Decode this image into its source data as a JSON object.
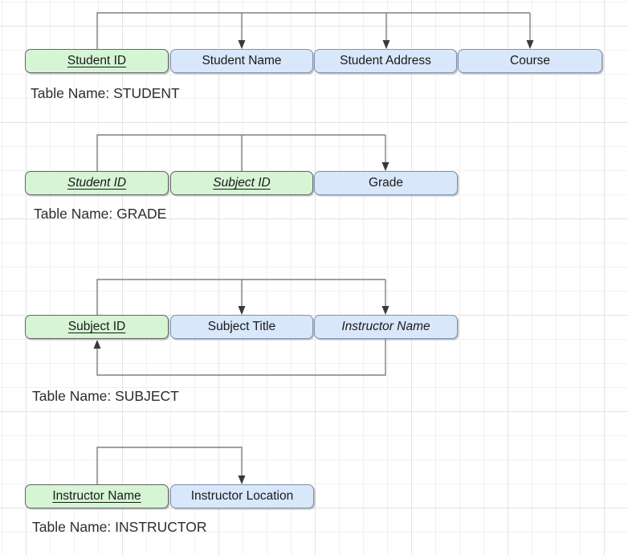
{
  "colors": {
    "key_fill": "#d5f5d5",
    "key_border": "#666666",
    "attribute_fill": "#d9e7fb",
    "attribute_border": "#8091ae",
    "connector_line": "#808080",
    "arrowhead": "#343a42",
    "text": "#1a1a1a",
    "background": "#ffffff",
    "grid_minor": "#f1f1f1",
    "grid_major": "#e3e3e3"
  },
  "tables": [
    {
      "caption": "Table Name: STUDENT",
      "fields": [
        {
          "label": "Student ID",
          "is_key": true,
          "underline": true,
          "italic": false
        },
        {
          "label": "Student Name",
          "is_key": false,
          "underline": false,
          "italic": false
        },
        {
          "label": "Student Address",
          "is_key": false,
          "underline": false,
          "italic": false
        },
        {
          "label": "Course",
          "is_key": false,
          "underline": false,
          "italic": false
        }
      ],
      "dependencies": [
        {
          "from": [
            "Student ID"
          ],
          "to": [
            "Student Name",
            "Student Address",
            "Course"
          ]
        }
      ]
    },
    {
      "caption": "Table Name: GRADE",
      "fields": [
        {
          "label": "Student ID",
          "is_key": true,
          "underline": true,
          "italic": true
        },
        {
          "label": "Subject ID",
          "is_key": true,
          "underline": true,
          "italic": true
        },
        {
          "label": "Grade",
          "is_key": false,
          "underline": false,
          "italic": false
        }
      ],
      "dependencies": [
        {
          "from": [
            "Student ID",
            "Subject ID"
          ],
          "to": [
            "Grade"
          ]
        }
      ]
    },
    {
      "caption": "Table Name: SUBJECT",
      "fields": [
        {
          "label": "Subject ID",
          "is_key": true,
          "underline": true,
          "italic": false
        },
        {
          "label": "Subject Title",
          "is_key": false,
          "underline": false,
          "italic": false
        },
        {
          "label": "Instructor Name",
          "is_key": false,
          "underline": false,
          "italic": true
        }
      ],
      "dependencies": [
        {
          "from": [
            "Subject ID"
          ],
          "to": [
            "Subject Title",
            "Instructor Name"
          ]
        },
        {
          "from": [
            "Instructor Name"
          ],
          "to": [
            "Subject ID"
          ]
        }
      ]
    },
    {
      "caption": "Table Name: INSTRUCTOR",
      "fields": [
        {
          "label": "Instructor Name",
          "is_key": true,
          "underline": true,
          "italic": false
        },
        {
          "label": "Instructor Location",
          "is_key": false,
          "underline": false,
          "italic": false
        }
      ],
      "dependencies": [
        {
          "from": [
            "Instructor Name"
          ],
          "to": [
            "Instructor Location"
          ]
        }
      ]
    }
  ]
}
